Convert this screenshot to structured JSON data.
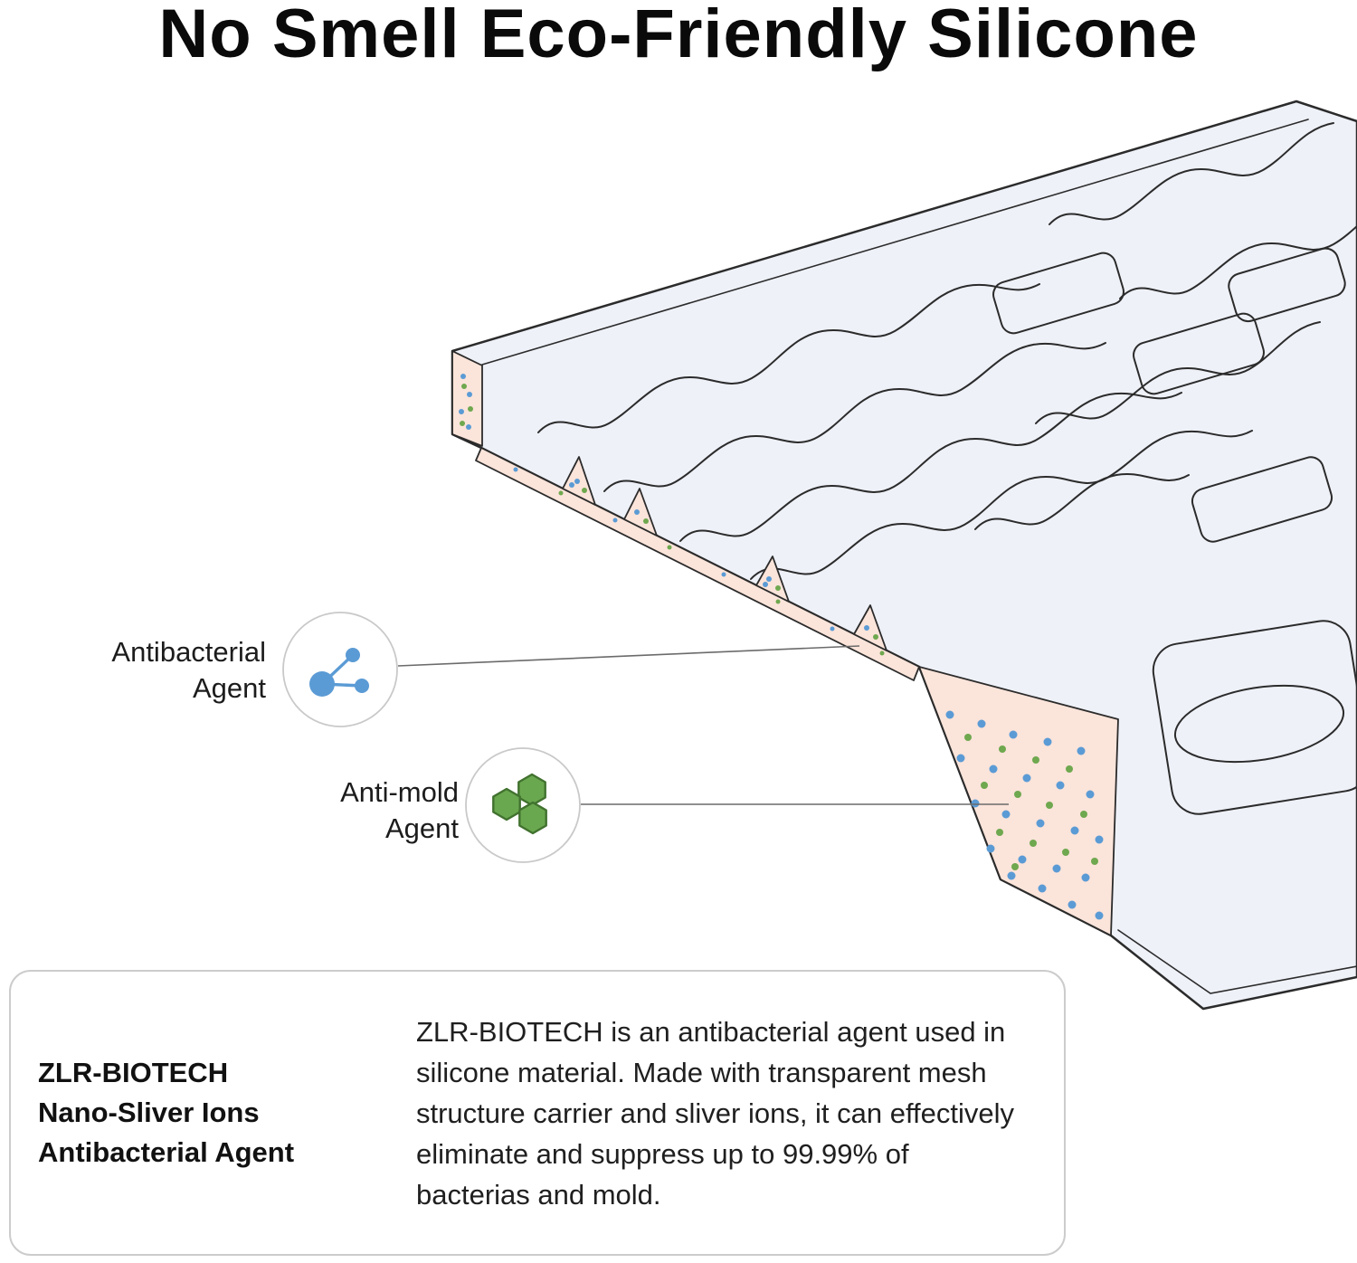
{
  "title": "No Smell Eco-Friendly Silicone",
  "callouts": {
    "antibacterial": {
      "line1": "Antibacterial",
      "line2": "Agent"
    },
    "antimold": {
      "line1": "Anti-mold",
      "line2": "Agent"
    }
  },
  "info_box": {
    "heading": [
      "ZLR-BIOTECH",
      "Nano-Sliver Ions",
      "Antibacterial Agent"
    ],
    "body": "ZLR-BIOTECH is an antibacterial agent used in silicone material. Made with transparent mesh structure carrier and sliver ions, it can effectively eliminate and suppress up to 99.99% of bacterias and mold."
  },
  "icons": {
    "antibacterial": "molecule-icon",
    "antimold": "hexagon-cluster-icon"
  },
  "colors": {
    "mat_fill": "#eef1f8",
    "mat_outline": "#2b2b2b",
    "cut_fill": "#fbe4da",
    "dot_blue": "#5b9bd5",
    "dot_green": "#6fa84f",
    "hex_green": "#6aa84f",
    "hex_green_dark": "#41722f",
    "molecule_blue": "#5b9bd5",
    "callout_stroke": "#c9c9c9",
    "box_border": "#cccccc",
    "text": "#1f1f1f"
  }
}
